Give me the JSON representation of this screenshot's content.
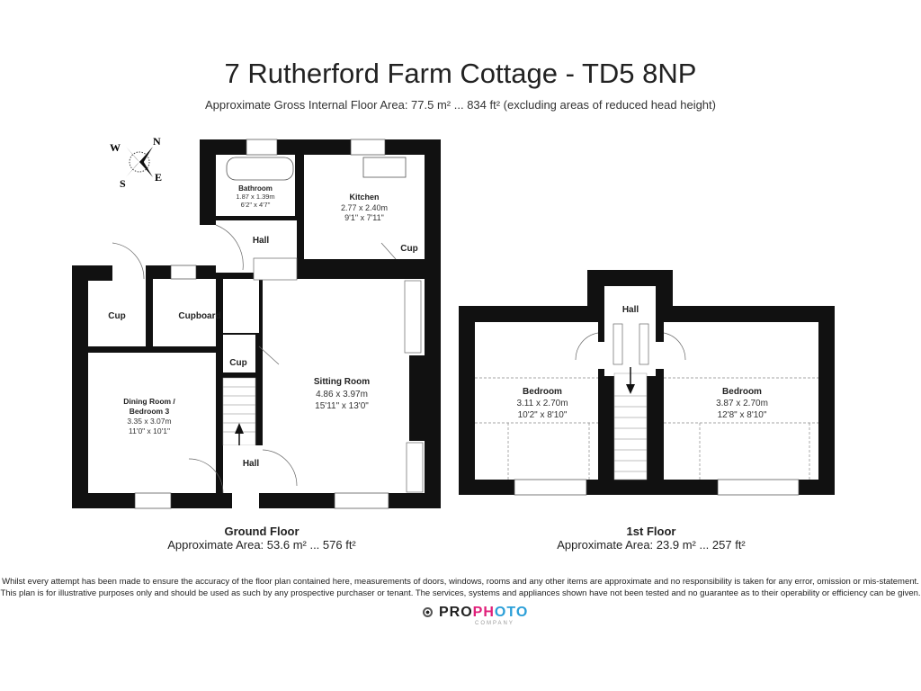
{
  "title": "7 Rutherford Farm Cottage - TD5 8NP",
  "subtitle": "Approximate Gross Internal Floor Area: 77.5 m² ... 834 ft² (excluding areas of reduced head height)",
  "compass": {
    "n": "N",
    "e": "E",
    "s": "S",
    "w": "W"
  },
  "ground_floor": {
    "name": "Ground Floor",
    "area": "Approximate Area: 53.6 m² ... 576 ft²",
    "rooms": {
      "bathroom": {
        "name": "Bathroom",
        "metric": "1.87 x 1.39m",
        "imperial": "6'2\" x 4'7\""
      },
      "kitchen": {
        "name": "Kitchen",
        "metric": "2.77 x 2.40m",
        "imperial": "9'1\" x 7'11\""
      },
      "hall_upper": {
        "name": "Hall"
      },
      "kitchen_cup": {
        "name": "Cup"
      },
      "cup_left": {
        "name": "Cup"
      },
      "cupboard": {
        "name": "Cupboard"
      },
      "cup_small": {
        "name": "Cup"
      },
      "dining": {
        "name": "Dining Room /",
        "name2": "Bedroom 3",
        "metric": "3.35 x 3.07m",
        "imperial": "11'0\" x 10'1\""
      },
      "sitting": {
        "name": "Sitting Room",
        "metric": "4.86 x 3.97m",
        "imperial": "15'11\" x 13'0\""
      },
      "hall_lower": {
        "name": "Hall"
      }
    }
  },
  "first_floor": {
    "name": "1st Floor",
    "area": "Approximate Area: 23.9 m² ... 257 ft²",
    "rooms": {
      "hall": {
        "name": "Hall"
      },
      "bedroom_left": {
        "name": "Bedroom",
        "metric": "3.11 x 2.70m",
        "imperial": "10'2\" x 8'10\""
      },
      "bedroom_right": {
        "name": "Bedroom",
        "metric": "3.87 x 2.70m",
        "imperial": "12'8\" x 8'10\""
      }
    }
  },
  "disclaimer": [
    "Whilst every attempt has been made to ensure the accuracy of the floor plan contained here, measurements of doors, windows, rooms and any other items are approximate and no responsibility is taken for any error, omission or mis-statement.",
    "This plan is for illustrative purposes only and should be used as such by any prospective purchaser or tenant. The services, systems and appliances shown have not been tested and no guarantee as to their operability or efficiency can be given."
  ],
  "logo": {
    "pro": "PRO",
    "ph": "PH",
    "oto": "OTO",
    "sub": "COMPANY"
  },
  "colors": {
    "wall": "#111111",
    "logo_dark": "#222222",
    "logo_pink": "#e0207a",
    "logo_blue": "#2b9fd8"
  }
}
